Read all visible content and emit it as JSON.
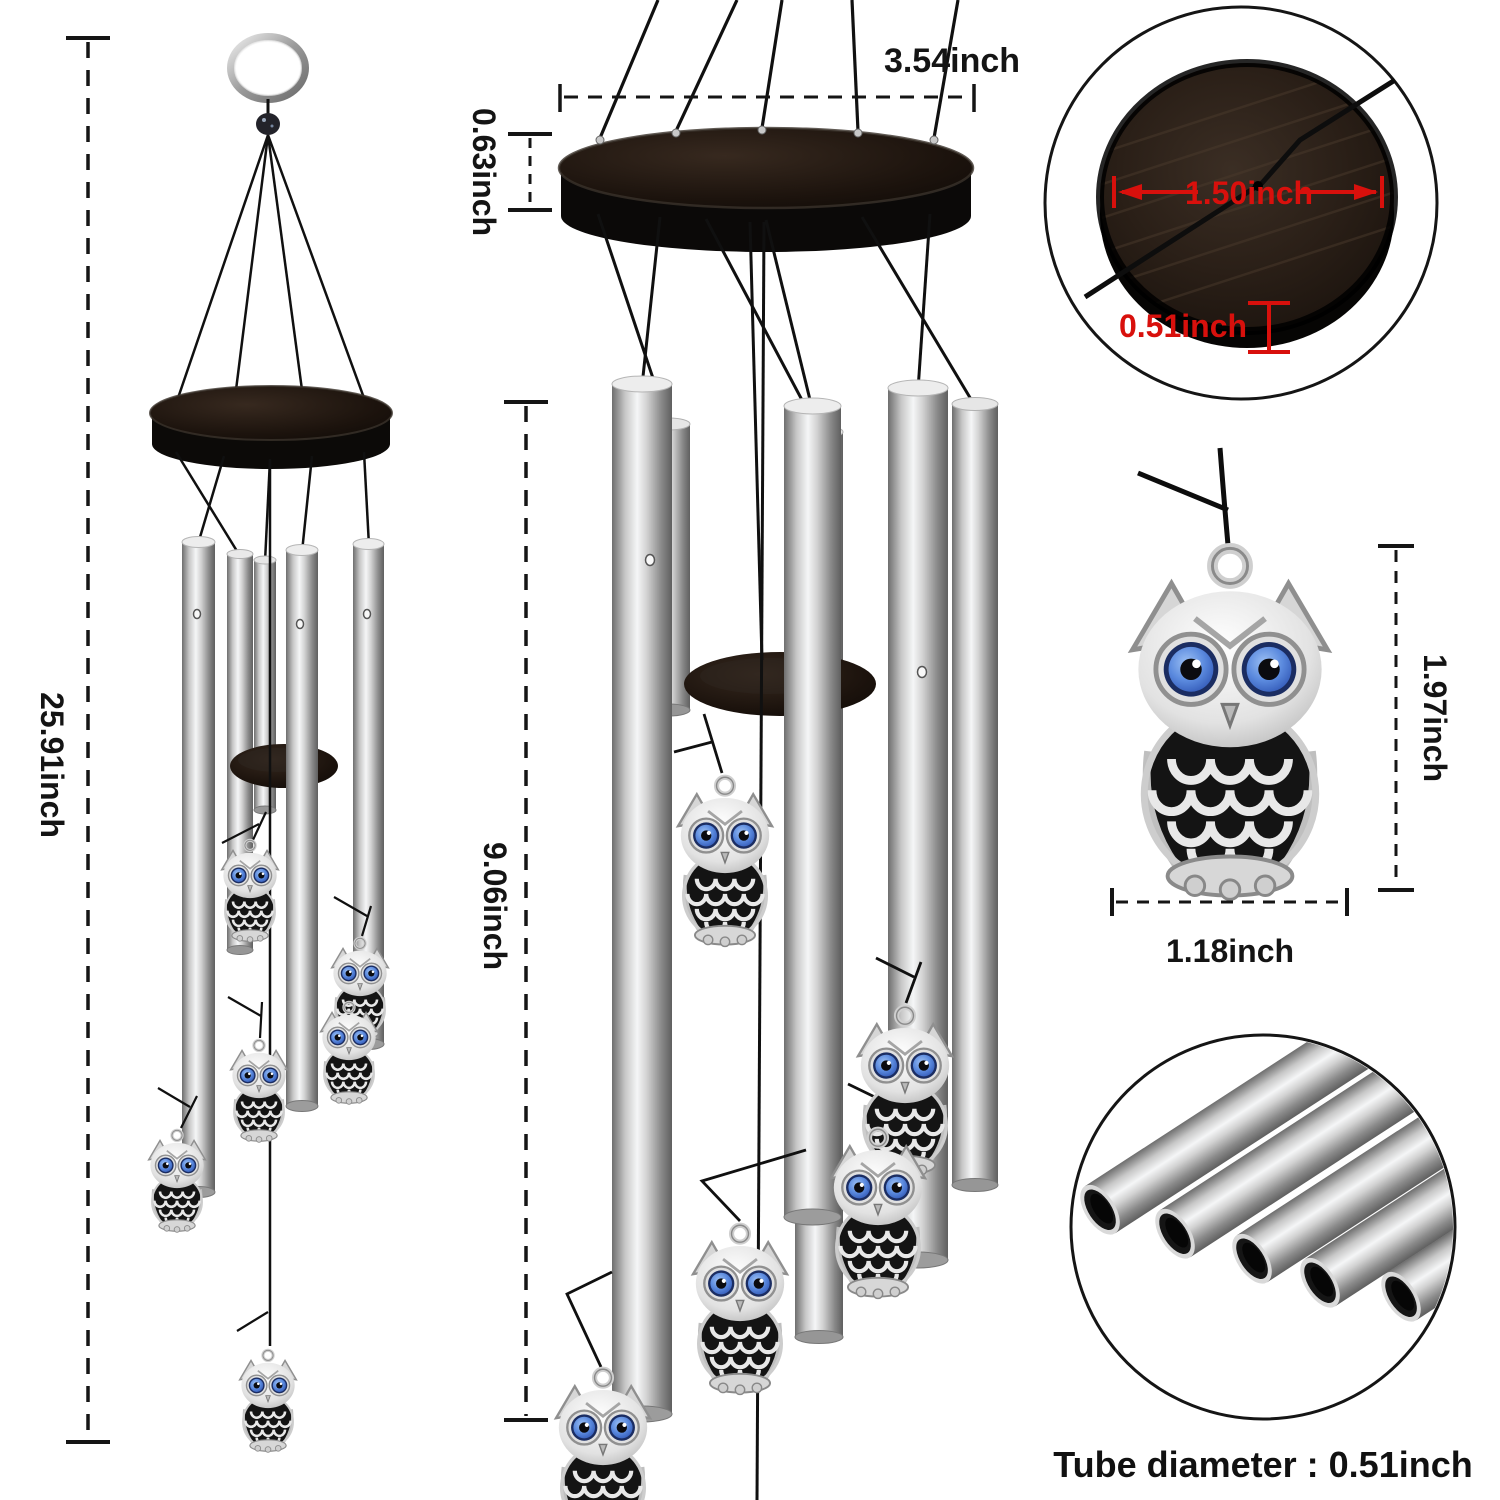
{
  "labels": {
    "total_height": "25.91inch",
    "canopy_width": "3.54inch",
    "canopy_thickness": "0.63inch",
    "tube_length": "9.06inch",
    "disc_diameter": "1.50inch",
    "disc_thickness": "0.51inch",
    "owl_height": "1.97inch",
    "owl_width": "1.18inch",
    "tube_diameter_caption": "Tube diameter : 0.51inch"
  },
  "colors": {
    "dimension_text": "#141414",
    "accent_red": "#d8100c",
    "string_black": "#101010",
    "wood_dark": "#17110c",
    "tube_silver_light": "#f5f6f7",
    "tube_silver_dark": "#6e6e6e",
    "owl_eye_blue": "#4a7fd8",
    "background": "#ffffff"
  },
  "figures": {
    "left_chime": {
      "description": "full wind chime with owl charms",
      "tube_count": 5,
      "owl_count": 6
    },
    "middle_chime": {
      "description": "enlarged wind chime upper section",
      "tube_count": 6,
      "owl_count": 5
    },
    "top_right_detail": {
      "description": "black wood canopy disc"
    },
    "owl_detail": {
      "description": "silver owl charm with blue eyes"
    },
    "bottom_right_detail": {
      "description": "five silver chime tubes",
      "tube_count": 5
    }
  }
}
